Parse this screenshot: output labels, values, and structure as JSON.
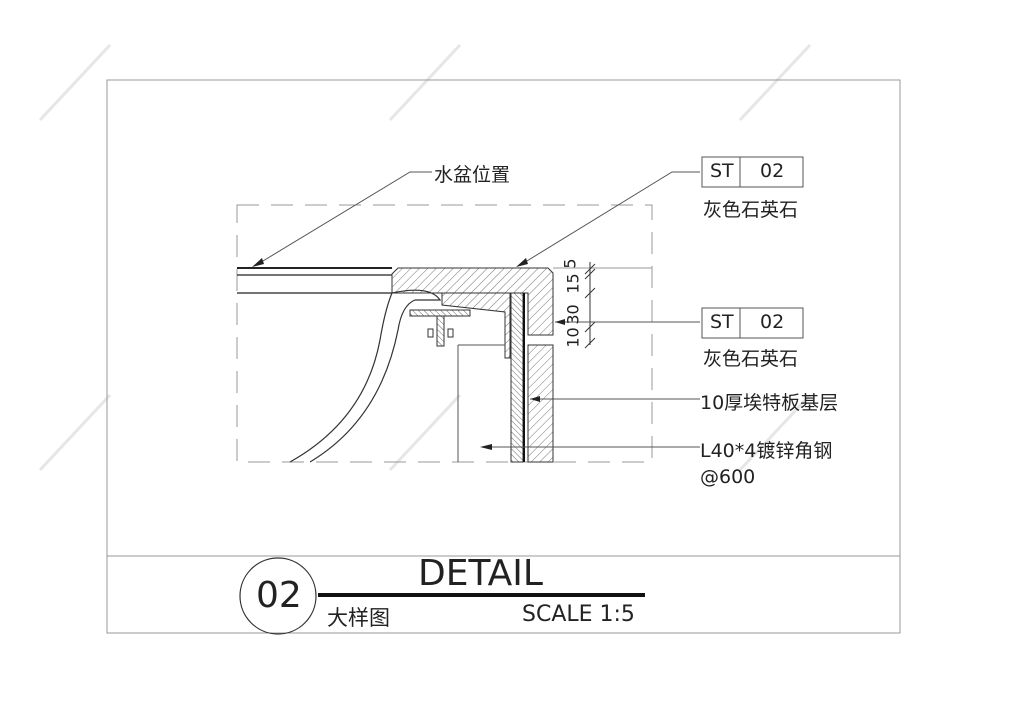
{
  "drawing": {
    "callouts": {
      "sink_position": "水盆位置",
      "tag1": {
        "code": "ST",
        "number": "02",
        "desc": "灰色石英石"
      },
      "tag2": {
        "code": "ST",
        "number": "02",
        "desc": "灰色石英石"
      },
      "substrate": "10厚埃特板基层",
      "angle_steel": "L40*4镀锌角钢",
      "angle_spacing": "@600"
    },
    "dimensions": [
      "5",
      "15",
      "30",
      "10"
    ]
  },
  "title_block": {
    "number": "02",
    "title": "DETAIL",
    "subtitle": "大样图",
    "scale": "SCALE 1:5"
  }
}
